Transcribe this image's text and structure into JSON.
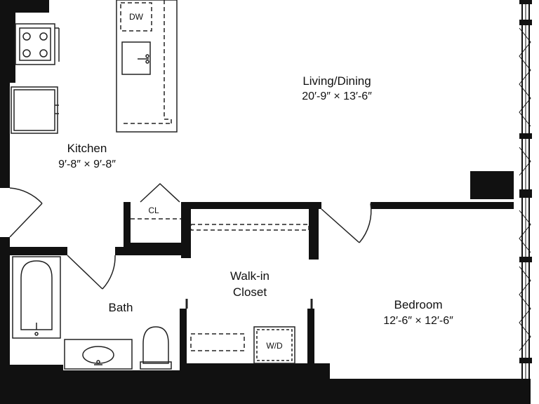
{
  "rooms": {
    "living_dining": {
      "name": "Living/Dining",
      "dims": "20′-9″ × 13′-6″"
    },
    "kitchen": {
      "name": "Kitchen",
      "dims": "9′-8″ × 9′-8″"
    },
    "walk_in_closet": {
      "name_line1": "Walk-in",
      "name_line2": "Closet"
    },
    "bath": {
      "name": "Bath"
    },
    "bedroom": {
      "name": "Bedroom",
      "dims": "12′-6″ × 12′-6″"
    }
  },
  "fixtures": {
    "dishwasher": "DW",
    "closet": "CL",
    "washer_dryer": "W/D"
  },
  "colors": {
    "wall": "#111111",
    "line": "#222222",
    "background": "#ffffff"
  }
}
